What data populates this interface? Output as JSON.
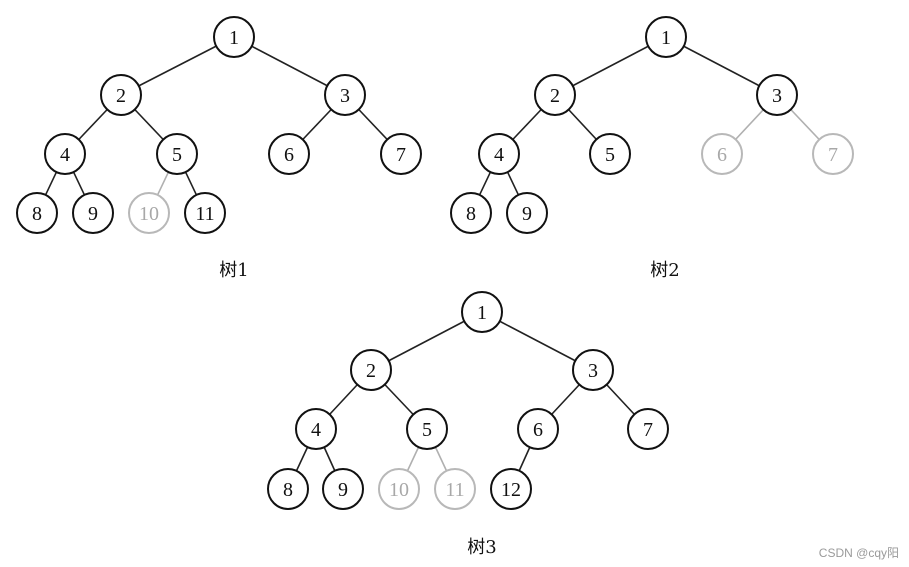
{
  "trees": [
    {
      "caption": "树1",
      "nodes": [
        {
          "id": "1",
          "faded": false
        },
        {
          "id": "2",
          "faded": false
        },
        {
          "id": "3",
          "faded": false
        },
        {
          "id": "4",
          "faded": false
        },
        {
          "id": "5",
          "faded": false
        },
        {
          "id": "6",
          "faded": false
        },
        {
          "id": "7",
          "faded": false
        },
        {
          "id": "8",
          "faded": false
        },
        {
          "id": "9",
          "faded": false
        },
        {
          "id": "10",
          "faded": true
        },
        {
          "id": "11",
          "faded": false
        }
      ],
      "edges": [
        [
          "1",
          "2"
        ],
        [
          "1",
          "3"
        ],
        [
          "2",
          "4"
        ],
        [
          "2",
          "5"
        ],
        [
          "3",
          "6"
        ],
        [
          "3",
          "7"
        ],
        [
          "4",
          "8"
        ],
        [
          "4",
          "9"
        ],
        [
          "5",
          "10"
        ],
        [
          "5",
          "11"
        ]
      ],
      "faded_edges": [
        [
          "5",
          "10"
        ]
      ]
    },
    {
      "caption": "树2",
      "nodes": [
        {
          "id": "1",
          "faded": false
        },
        {
          "id": "2",
          "faded": false
        },
        {
          "id": "3",
          "faded": false
        },
        {
          "id": "4",
          "faded": false
        },
        {
          "id": "5",
          "faded": false
        },
        {
          "id": "6",
          "faded": true
        },
        {
          "id": "7",
          "faded": true
        },
        {
          "id": "8",
          "faded": false
        },
        {
          "id": "9",
          "faded": false
        }
      ],
      "edges": [
        [
          "1",
          "2"
        ],
        [
          "1",
          "3"
        ],
        [
          "2",
          "4"
        ],
        [
          "2",
          "5"
        ],
        [
          "3",
          "6"
        ],
        [
          "3",
          "7"
        ],
        [
          "4",
          "8"
        ],
        [
          "4",
          "9"
        ]
      ],
      "faded_edges": [
        [
          "3",
          "6"
        ],
        [
          "3",
          "7"
        ]
      ]
    },
    {
      "caption": "树3",
      "nodes": [
        {
          "id": "1",
          "faded": false
        },
        {
          "id": "2",
          "faded": false
        },
        {
          "id": "3",
          "faded": false
        },
        {
          "id": "4",
          "faded": false
        },
        {
          "id": "5",
          "faded": false
        },
        {
          "id": "6",
          "faded": false
        },
        {
          "id": "7",
          "faded": false
        },
        {
          "id": "8",
          "faded": false
        },
        {
          "id": "9",
          "faded": false
        },
        {
          "id": "10",
          "faded": true
        },
        {
          "id": "11",
          "faded": true
        },
        {
          "id": "12",
          "faded": false
        }
      ],
      "edges": [
        [
          "1",
          "2"
        ],
        [
          "1",
          "3"
        ],
        [
          "2",
          "4"
        ],
        [
          "2",
          "5"
        ],
        [
          "3",
          "6"
        ],
        [
          "3",
          "7"
        ],
        [
          "4",
          "8"
        ],
        [
          "4",
          "9"
        ],
        [
          "5",
          "10"
        ],
        [
          "5",
          "11"
        ],
        [
          "6",
          "12"
        ]
      ],
      "faded_edges": [
        [
          "5",
          "10"
        ],
        [
          "5",
          "11"
        ]
      ]
    }
  ],
  "watermark": "CSDN @cqy阳",
  "colors": {
    "stroke": "#111111",
    "faded": "#b0b0b0"
  }
}
